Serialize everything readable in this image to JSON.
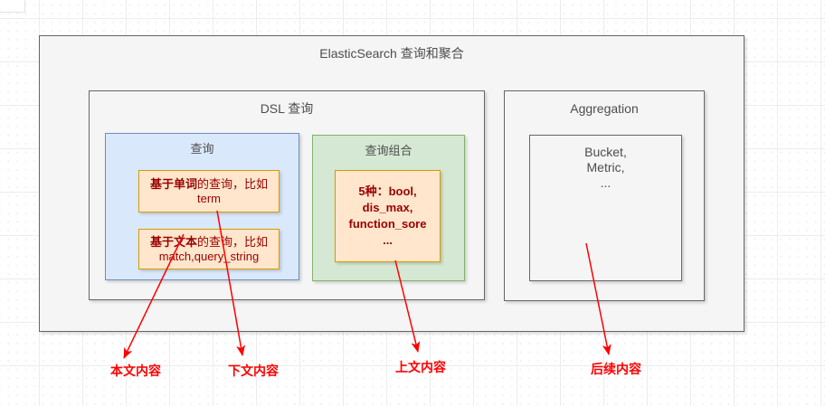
{
  "diagram": {
    "root_title": "ElasticSearch 查询和聚合",
    "dsl_title": "DSL 查询",
    "aggregation_title": "Aggregation",
    "query_box": {
      "title": "查询",
      "term_item": {
        "bold": "基于单词",
        "rest": "的查询，比如",
        "line2": "term"
      },
      "text_item": {
        "bold": "基于文本",
        "rest": "的查询，比如",
        "line2": "match,query_string"
      }
    },
    "combo_box": {
      "title": "查询组合",
      "lines": [
        "5种：bool,",
        "dis_max,",
        "function_sore",
        "..."
      ]
    },
    "agg_inner": {
      "lines": [
        "Bucket,",
        "Metric,",
        "..."
      ]
    },
    "annotations": [
      {
        "label": "本文内容"
      },
      {
        "label": "下文内容"
      },
      {
        "label": "上文内容"
      },
      {
        "label": "后续内容"
      }
    ],
    "colors": {
      "box_fill": "#f5f5f5",
      "box_border": "#666666",
      "blue_fill": "#dae8fc",
      "blue_border": "#6c8ebf",
      "green_fill": "#d5e8d4",
      "green_border": "#82b366",
      "orange_fill": "#ffe6cc",
      "orange_border": "#d79b00",
      "dark_red_text": "#990000",
      "arrow_red": "#ff0000",
      "title_text": "#4d4d4d"
    }
  }
}
